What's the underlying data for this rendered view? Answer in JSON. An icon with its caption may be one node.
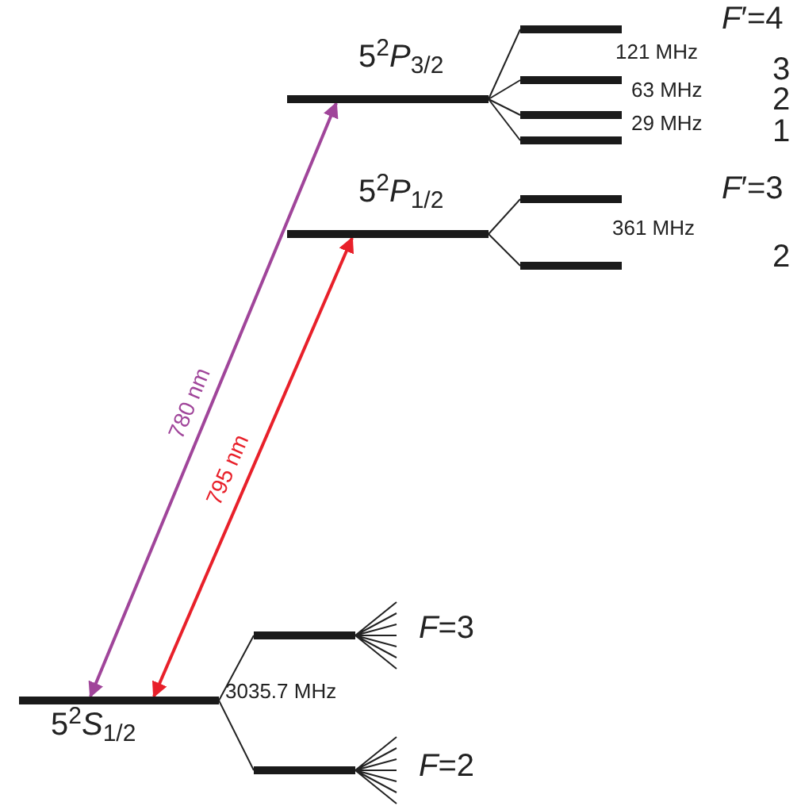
{
  "diagram": {
    "nodes": [
      {
        "text": [
          "5$^{2}$*P*$_{3/2}$"
        ]
      },
      {
        "text": [
          "*F*′=4"
        ]
      },
      {
        "text": [
          "3"
        ]
      },
      {
        "text": [
          "2"
        ]
      },
      {
        "text": [
          "1"
        ]
      },
      {
        "text": [
          "5$^{2}$*P*$_{1/2}$"
        ]
      },
      {
        "text": [
          "*F*′=3"
        ]
      },
      {
        "text": [
          "2"
        ]
      },
      {
        "text": [
          "5$^{2}$*S*$_{1/2}$"
        ]
      },
      {
        "text": [
          "*F*=3"
        ]
      },
      {
        "text": [
          "*F*=2"
        ]
      }
    ],
    "edges": [
      {
        "from": 0,
        "to": 1,
        "arrow": "none"
      },
      {
        "from": 0,
        "to": 2,
        "arrow": "none"
      },
      {
        "from": 0,
        "to": 3,
        "arrow": "none"
      },
      {
        "from": 0,
        "to": 4,
        "arrow": "none"
      },
      {
        "from": 5,
        "to": 6,
        "arrow": "none"
      },
      {
        "from": 5,
        "to": 7,
        "arrow": "none"
      },
      {
        "from": 8,
        "to": 9,
        "arrow": "none"
      },
      {
        "from": 8,
        "to": 10,
        "arrow": "none"
      },
      {
        "from": 8,
        "to": 0,
        "arrow": "both",
        "label": "780 nm",
        "color": "#a0459a"
      },
      {
        "from": 8,
        "to": 5,
        "arrow": "both",
        "label": "795 nm",
        "color": "#e8202a"
      }
    ],
    "labels": [
      "121 MHz",
      "63 MHz",
      "29 MHz",
      "361 MHz",
      "3035.7 MHz"
    ]
  }
}
